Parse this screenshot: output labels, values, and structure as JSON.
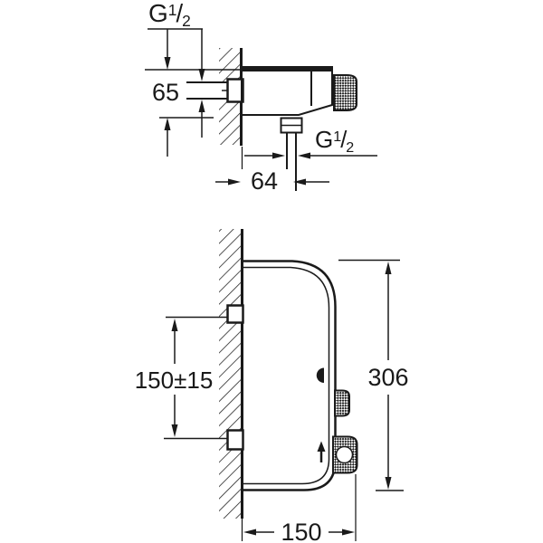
{
  "colors": {
    "line": "#1a1a1a",
    "background": "#ffffff"
  },
  "figure_top": {
    "inlet_thread": {
      "prefix": "G",
      "numerator": "1",
      "slash": "/",
      "denominator": "2"
    },
    "body_height_dim": "65",
    "outlet_thread": {
      "prefix": "G",
      "numerator": "1",
      "slash": "/",
      "denominator": "2"
    },
    "outlet_offset_dim": "64"
  },
  "figure_bottom": {
    "connection_spacing_dim": "150±15",
    "height_dim": "306",
    "depth_dim": "150"
  }
}
